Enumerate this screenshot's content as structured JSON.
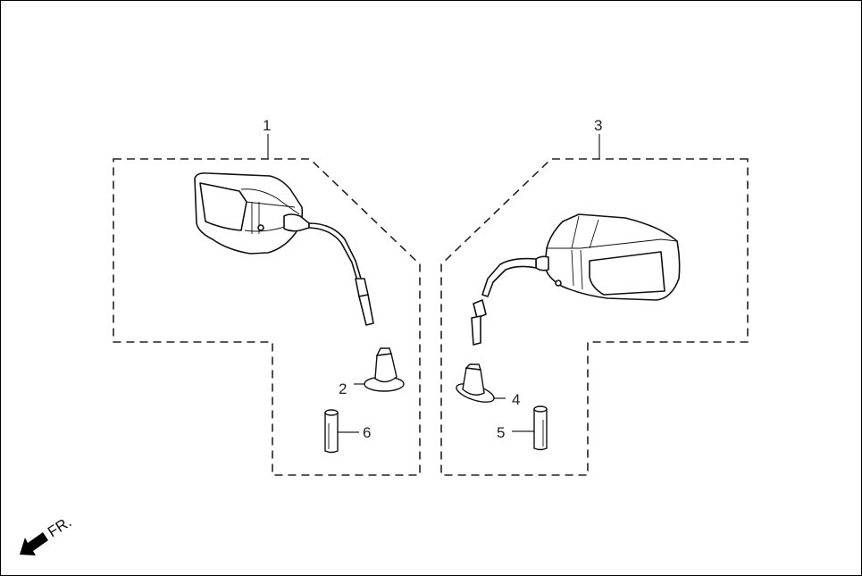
{
  "diagram": {
    "type": "exploded-parts-diagram",
    "subject": "rear-view mirrors",
    "callouts": [
      {
        "id": "1",
        "label": "1",
        "part": "left mirror assembly"
      },
      {
        "id": "2",
        "label": "2",
        "part": "left mirror mount boot"
      },
      {
        "id": "3",
        "label": "3",
        "part": "right mirror assembly"
      },
      {
        "id": "4",
        "label": "4",
        "part": "right mirror mount boot"
      },
      {
        "id": "5",
        "label": "5",
        "part": "right adapter nut"
      },
      {
        "id": "6",
        "label": "6",
        "part": "left adapter nut"
      }
    ],
    "direction_indicator": {
      "label": "FR.",
      "icon": "front-arrow-icon"
    }
  }
}
